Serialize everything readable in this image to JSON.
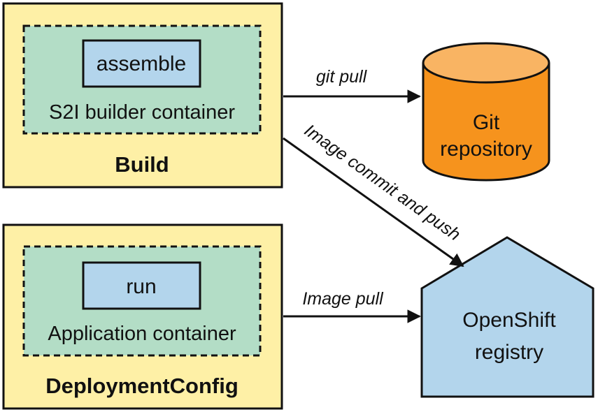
{
  "build": {
    "title": "Build",
    "container_label": "S2I builder container",
    "script": "assemble"
  },
  "deployment": {
    "title": "DeploymentConfig",
    "container_label": "Application container",
    "script": "run"
  },
  "git": {
    "line1": "Git",
    "line2": "repository"
  },
  "registry": {
    "line1": "OpenShift",
    "line2": "registry"
  },
  "arrows": {
    "git_pull": "git pull",
    "image_commit": "Image commit and push",
    "image_pull": "Image pull"
  },
  "colors": {
    "outer_box": "#fef0a6",
    "container": "#b3ddc6",
    "script_box": "#b3d5ec",
    "cylinder": "#f6931d",
    "cylinder_top": "#f9b463",
    "registry": "#b3d5ec",
    "stroke": "#111111"
  }
}
